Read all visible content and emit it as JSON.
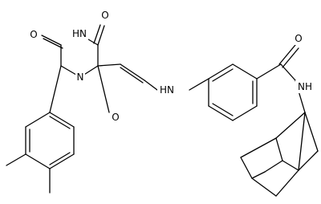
{
  "diagram": {
    "kind": "chemical-structure",
    "colors": {
      "bond": "#000000",
      "background": "#ffffff"
    },
    "atom_labels": {
      "o_top": "O",
      "nh_ring": "HN",
      "o_left": "O",
      "n_ring": "N",
      "o_lower": "O",
      "nh_linker": "HN",
      "o_amide": "O",
      "nh_amide": "NH"
    }
  }
}
